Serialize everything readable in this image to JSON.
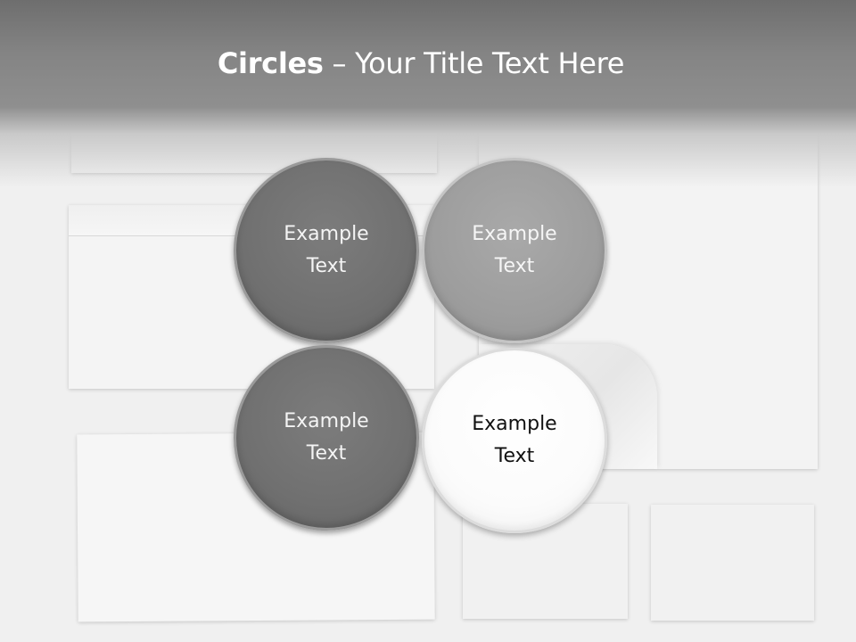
{
  "title": {
    "bold": "Circles",
    "rest": " – Your Title Text Here"
  },
  "circles": [
    {
      "label": "Example\nText",
      "tone": "dark"
    },
    {
      "label": "Example\nText",
      "tone": "mid"
    },
    {
      "label": "Example\nText",
      "tone": "dark"
    },
    {
      "label": "Example\nText",
      "tone": "light"
    }
  ],
  "colors": {
    "dark_circle": "#707070",
    "mid_circle": "#9d9d9d",
    "light_circle": "#fbfbfb",
    "title_band": "#848484"
  }
}
